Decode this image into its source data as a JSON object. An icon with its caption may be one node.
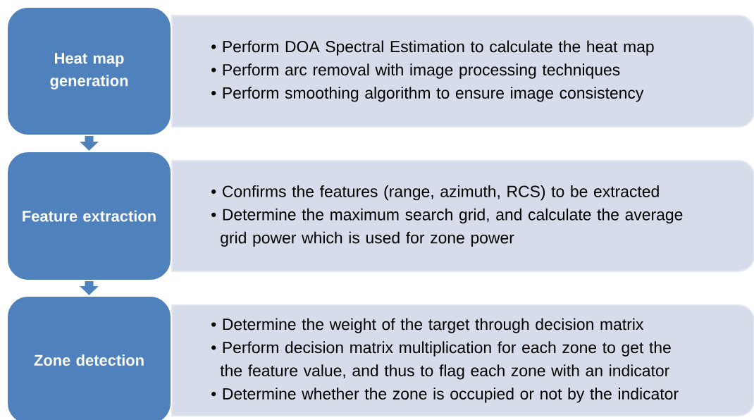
{
  "diagram": {
    "nodes": [
      {
        "text": [
          "Heat map generation"
        ]
      },
      {
        "text": [
          "• Perform DOA Spectral Estimation to calculate the heat map",
          "• Perform arc removal with image processing techniques",
          "• Perform smoothing algorithm to ensure image consistency"
        ]
      },
      {
        "text": [
          "Feature extraction"
        ]
      },
      {
        "text": [
          "• Confirms the features (range, azimuth, RCS) to be extracted",
          "• Determine the maximum search grid, and calculate the average grid power which is used for zone power"
        ]
      },
      {
        "text": [
          "Zone detection"
        ]
      },
      {
        "text": [
          "• Determine the weight of the target through decision matrix",
          "• Perform decision matrix multiplication for each zone to get the the feature value, and thus to flag each zone with an indicator",
          "• Determine whether the zone is occupied or not by the indicator"
        ]
      }
    ],
    "edges": [
      {
        "from": 0,
        "to": 2,
        "arrow": "to"
      },
      {
        "from": 2,
        "to": 4,
        "arrow": "to"
      }
    ]
  }
}
